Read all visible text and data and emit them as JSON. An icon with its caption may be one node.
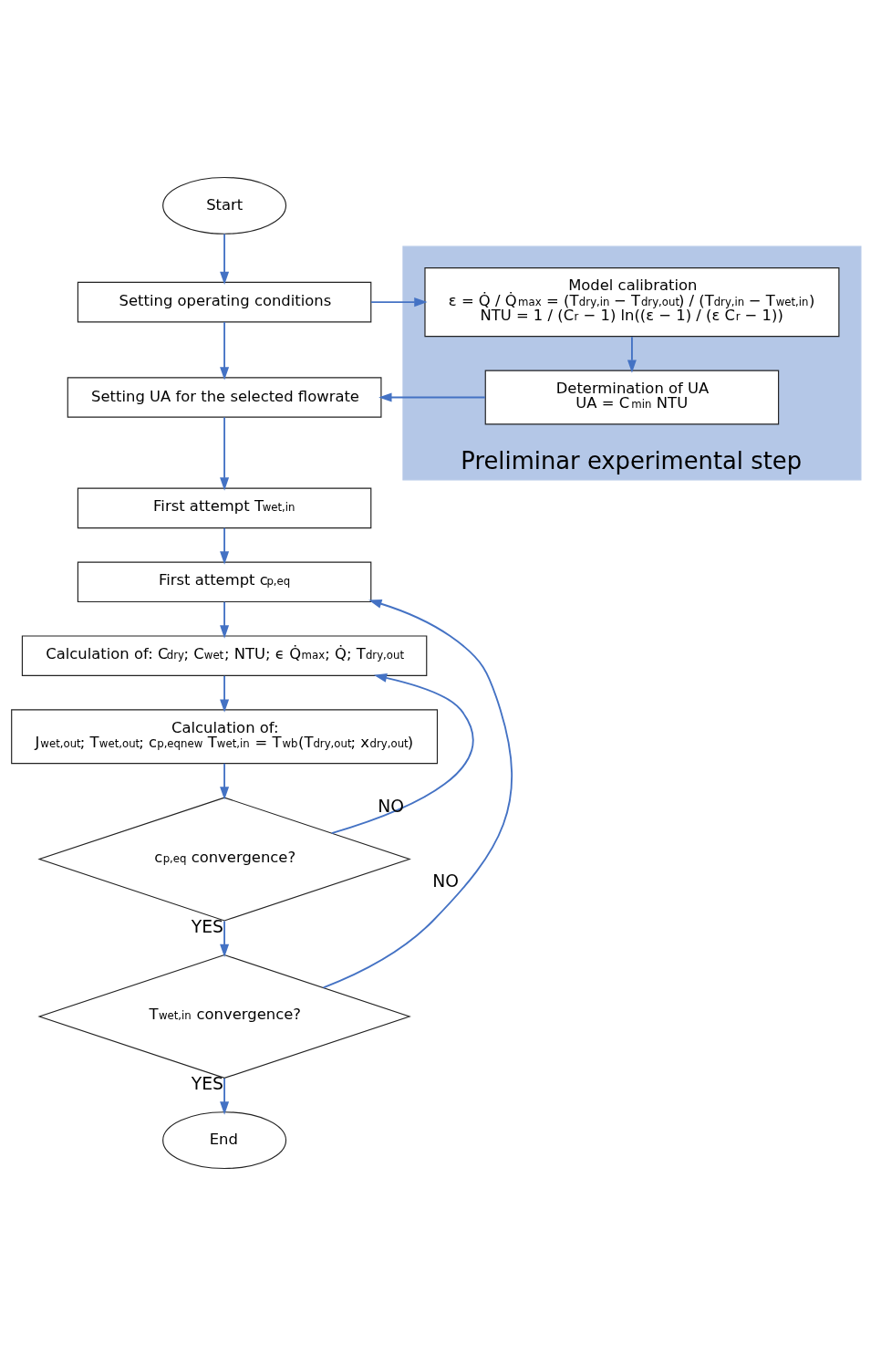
{
  "diagram": {
    "nodes": [
      {
        "text": [
          "Start"
        ]
      },
      {
        "text": [
          "Setting operating conditions"
        ]
      },
      {
        "text": [
          "Setting UA for the selected flowrate"
        ]
      },
      {
        "text": [
          "First attempt T$_{wet,in}$"
        ]
      },
      {
        "text": [
          "First attempt c$_{p,eq}$"
        ]
      },
      {
        "text": [
          "Calculation of: C$_{dry}$; C$_{wet}$; NTU; ϵ Q̇$_{max}$; Q̇; T$_{dry,out}$"
        ]
      },
      {
        "text": [
          "Calculation of:",
          "J$_{wet,out}$; T$_{wet,out}$; c$_{p,eq}$$^{new}$ T$_{wet,in}$ = T$_{wb}$(T$_{dry,out}$; x$_{dry,out}$)"
        ]
      },
      {
        "text": [
          "c$_{p,eq}$ convergence?"
        ]
      },
      {
        "text": [
          "T$_{wet,in}$ convergence?"
        ]
      },
      {
        "text": [
          "End"
        ]
      },
      {
        "text": [
          "Preliminar experimental step"
        ]
      },
      {
        "text": [
          "Model calibration",
          "ε = Q̇ / Q̇$_{max}$ = (T$_{dry,in}$ − T$_{dry,out}$) / (T$_{dry,in}$ − T$_{wet,in}$)",
          "NTU = 1 / (C$_{r}$ − 1) ln((ε − 1) / (ε C$_{r}$ − 1))"
        ],
        "in": 10
      },
      {
        "text": [
          "Determination of UA",
          "UA = C$_{min}$ NTU"
        ],
        "in": 10
      }
    ],
    "edges": [
      {
        "from": 0,
        "to": 1,
        "arrow": "to"
      },
      {
        "from": 1,
        "to": 2,
        "arrow": "to"
      },
      {
        "from": 2,
        "to": 3,
        "arrow": "to"
      },
      {
        "from": 3,
        "to": 4,
        "arrow": "to"
      },
      {
        "from": 4,
        "to": 5,
        "arrow": "to"
      },
      {
        "from": 5,
        "to": 6,
        "arrow": "to"
      },
      {
        "from": 6,
        "to": 7,
        "arrow": "to"
      },
      {
        "from": 7,
        "to": 8,
        "arrow": "to",
        "label": "YES"
      },
      {
        "from": 7,
        "to": 5,
        "arrow": "to",
        "label": "NO"
      },
      {
        "from": 8,
        "to": 9,
        "arrow": "to",
        "label": "YES"
      },
      {
        "from": 8,
        "to": 4,
        "arrow": "to",
        "label": "NO"
      },
      {
        "from": 1,
        "to": 11,
        "arrow": "to"
      },
      {
        "from": 11,
        "to": 12,
        "arrow": "to"
      },
      {
        "from": 12,
        "to": 2,
        "arrow": "to"
      }
    ]
  }
}
